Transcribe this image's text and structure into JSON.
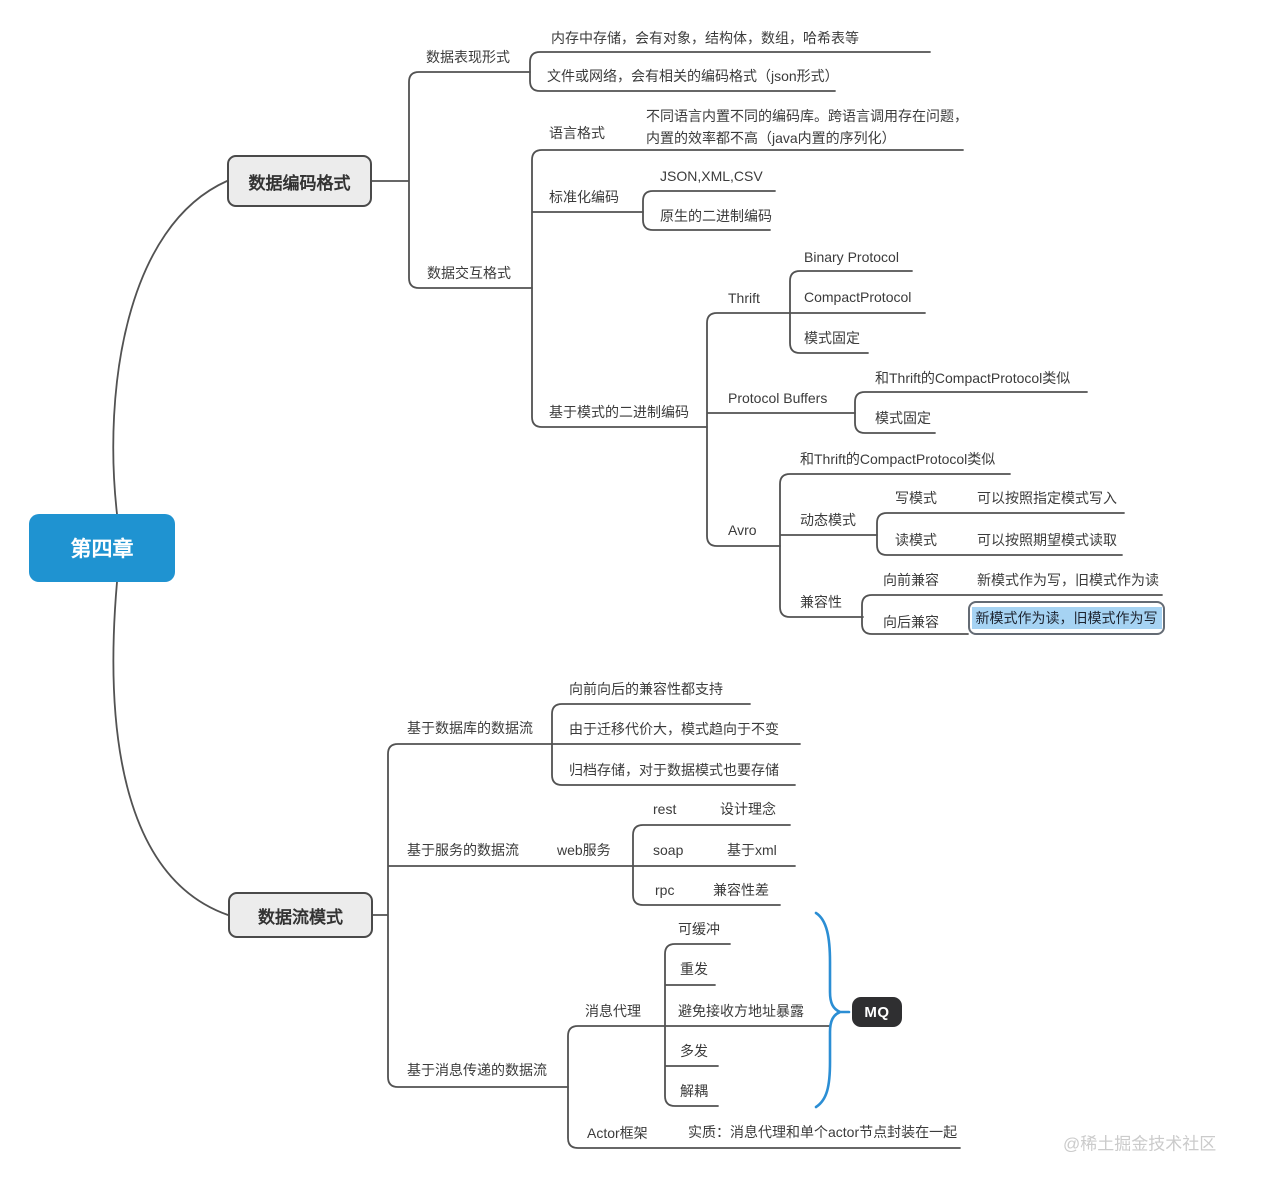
{
  "root": {
    "label": "第四章"
  },
  "branches": {
    "encoding": {
      "label": "数据编码格式",
      "representation": {
        "label": "数据表现形式",
        "memory": "内存中存储，会有对象，结构体，数组，哈希表等",
        "file": "文件或网络，会有相关的编码格式（json形式）"
      },
      "interaction": {
        "label": "数据交互格式",
        "language": {
          "label": "语言格式",
          "desc_line1": "不同语言内置不同的编码库。跨语言调用存在问题，",
          "desc_line2": "内置的效率都不高（java内置的序列化）"
        },
        "standard": {
          "label": "标准化编码",
          "formats": "JSON,XML,CSV",
          "native_binary": "原生的二进制编码"
        },
        "schema_binary": {
          "label": "基于模式的二进制编码",
          "thrift": {
            "label": "Thrift",
            "binary_protocol": "Binary Protocol",
            "compact_protocol": "CompactProtocol",
            "fixed_schema": "模式固定"
          },
          "protobuf": {
            "label": "Protocol Buffers",
            "similar": "和Thrift的CompactProtocol类似",
            "fixed_schema": "模式固定"
          },
          "avro": {
            "label": "Avro",
            "similar": "和Thrift的CompactProtocol类似",
            "dynamic_schema": {
              "label": "动态模式",
              "write": {
                "label": "写模式",
                "desc": "可以按照指定模式写入"
              },
              "read": {
                "label": "读模式",
                "desc": "可以按照期望模式读取"
              }
            },
            "compatibility": {
              "label": "兼容性",
              "forward": {
                "label": "向前兼容",
                "desc": "新模式作为写，旧模式作为读"
              },
              "backward": {
                "label": "向后兼容",
                "desc": "新模式作为读，旧模式作为写"
              }
            }
          }
        }
      }
    },
    "dataflow": {
      "label": "数据流模式",
      "database": {
        "label": "基于数据库的数据流",
        "both_compat": "向前向后的兼容性都支持",
        "migration": "由于迁移代价大，模式趋向于不变",
        "archive": "归档存储，对于数据模式也要存储"
      },
      "service": {
        "label": "基于服务的数据流",
        "web": {
          "label": "web服务",
          "rest": {
            "label": "rest",
            "desc": "设计理念"
          },
          "soap": {
            "label": "soap",
            "desc": "基于xml"
          },
          "rpc": {
            "label": "rpc",
            "desc": "兼容性差"
          }
        }
      },
      "messaging": {
        "label": "基于消息传递的数据流",
        "broker": {
          "label": "消息代理",
          "buffer": "可缓冲",
          "resend": "重发",
          "hide_address": "避免接收方地址暴露",
          "multicast": "多发",
          "decouple": "解耦",
          "summary_label": "MQ"
        },
        "actor": {
          "label": "Actor框架",
          "desc": "实质：消息代理和单个actor节点封装在一起"
        }
      }
    }
  },
  "watermark": {
    "text": "@稀土掘金技术社区"
  },
  "colors": {
    "line": "#525252",
    "root_bg": "#1f93d1",
    "branch_bg": "#ececec",
    "branch_border": "#4a4a4a",
    "summary_bg": "#2f2f31",
    "summary_brace": "#2b8ed4",
    "highlight_bg": "#a6d3f3",
    "selected_border": "#646b74",
    "watermark": "#cbcbcb"
  }
}
